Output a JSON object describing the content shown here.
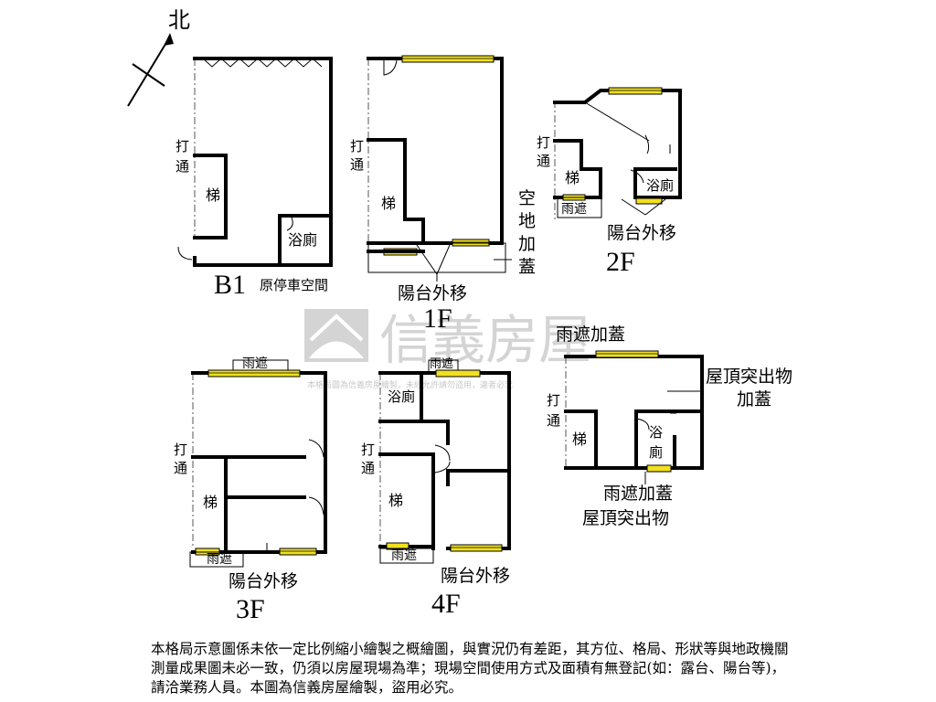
{
  "north": "北",
  "labels": {
    "open": "打通",
    "stair": "梯",
    "bathroom": "浴廁",
    "rain_shelter": "雨遮",
    "balcony_moved": "陽台外移",
    "vacant_addition": "空地加蓋",
    "orig_parking": "原停車空間",
    "rain_shelter_addition": "雨遮加蓋",
    "roof_protrusion_addition": "屋頂突出物加蓋",
    "roof_protrusion": "屋頂突出物"
  },
  "floors": {
    "b1": "B1",
    "f1": "1F",
    "f2": "2F",
    "f3": "3F",
    "f4": "4F"
  },
  "watermark": {
    "brand": "信義房屋",
    "note": "本格局圖為信義房屋繪製，未經允許請勿盜用，違者必究"
  },
  "disclaimer": "本格局示意圖係未依一定比例縮小繪製之概繪圖，與實況仍有差距，其方位、格局、形狀等與地政機關測量成果圖未必一致，仍須以房屋現場為準；現場空間使用方式及面積有無登記(如：露台、陽台等)，請洽業務人員。本圖為信義房屋繪製，盜用必究。"
}
